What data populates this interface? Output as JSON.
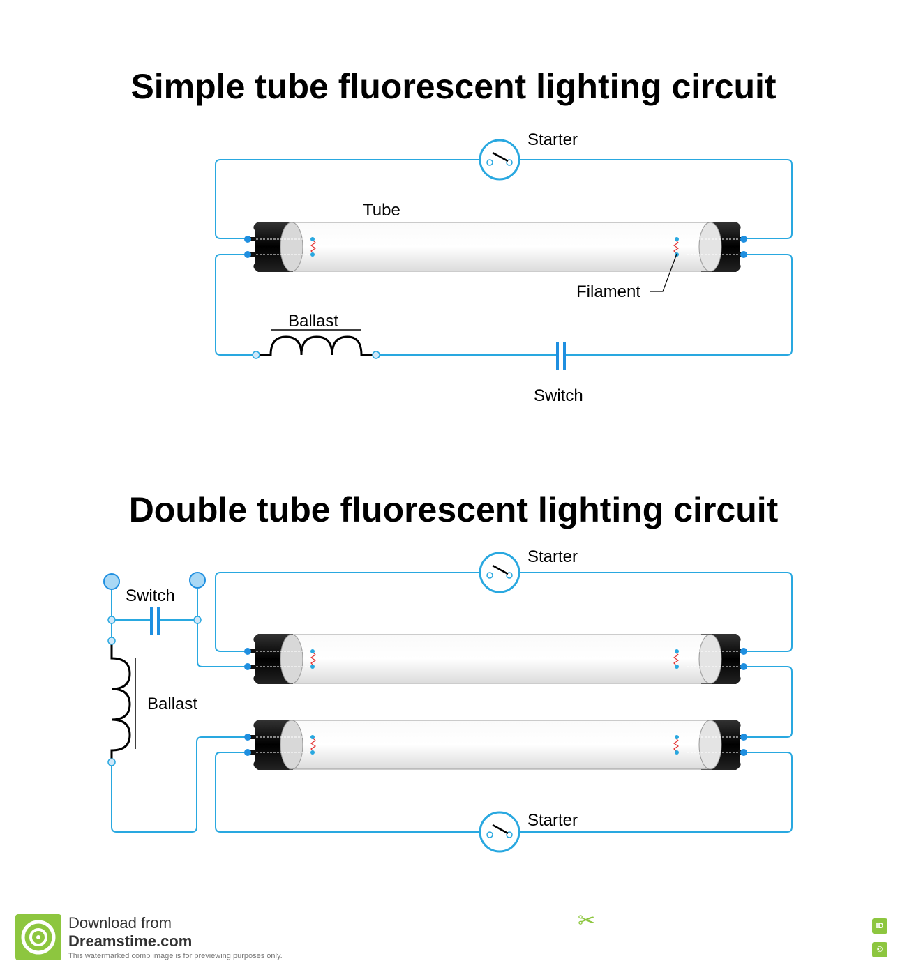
{
  "titles": {
    "simple": "Simple tube fluorescent lighting circuit",
    "double": "Double tube fluorescent lighting circuit"
  },
  "simple_circuit": {
    "starter_label": "Starter",
    "tube_label": "Tube",
    "filament_label": "Filament",
    "ballast_label": "Ballast",
    "switch_label": "Switch"
  },
  "double_circuit": {
    "starter_top_label": "Starter",
    "starter_bottom_label": "Starter",
    "switch_label": "Switch",
    "ballast_label": "Ballast"
  },
  "watermark": {
    "line1": "Download from",
    "line2": "Dreamstime.com",
    "line3": "This watermarked comp image is for previewing purposes only.",
    "badge_id": "ID",
    "badge_copyright": "©"
  },
  "colors": {
    "wire": "#29a8e0",
    "terminal": "#1f8fe0",
    "tube_body": "#ededed",
    "end_cap": "#111111",
    "filament": "#e33030",
    "brand": "#8dc63f"
  }
}
